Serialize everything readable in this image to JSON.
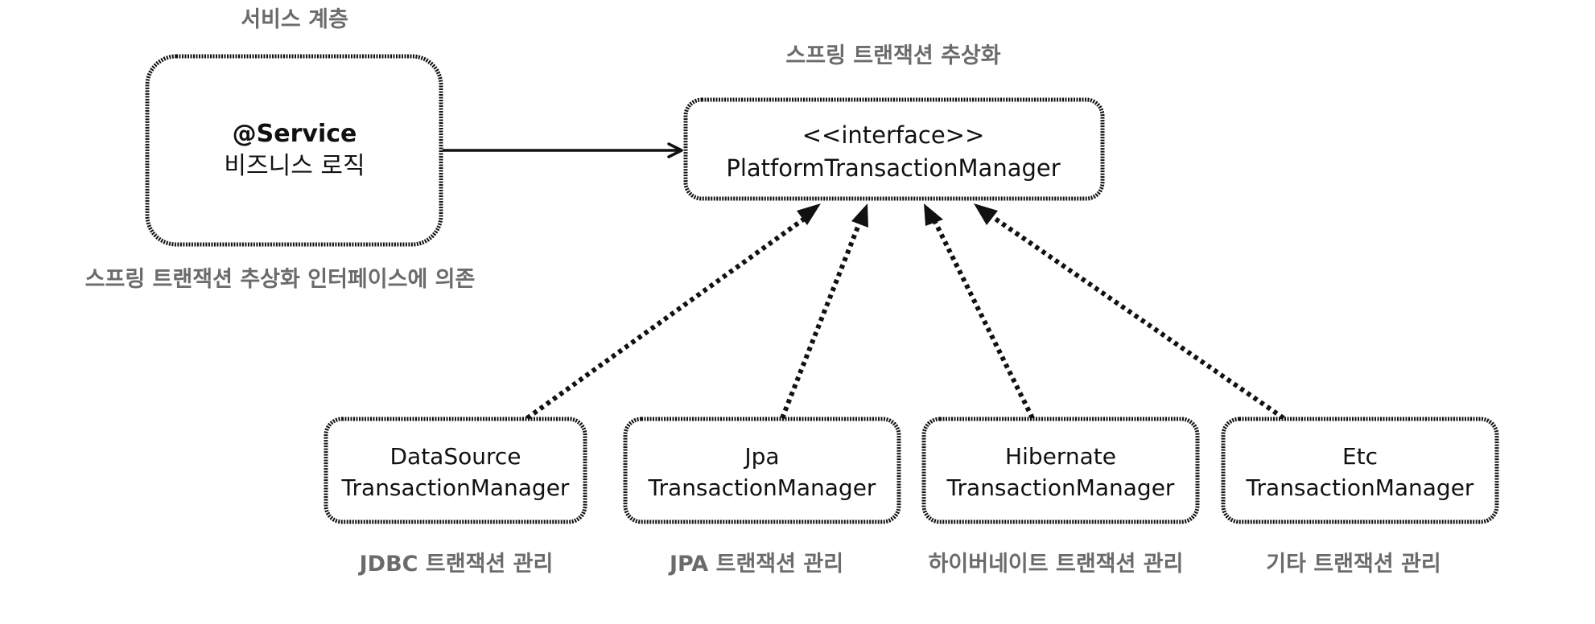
{
  "service_layer": {
    "heading": "서비스 계층",
    "box_line1": "@Service",
    "box_line2": "비즈니스 로직",
    "caption": "스프링 트랜잭션 추상화 인터페이스에 의존"
  },
  "abstraction": {
    "heading": "스프링 트랜잭션 추상화",
    "box_line1": "<<interface>>",
    "box_line2": "PlatformTransactionManager"
  },
  "implementations": [
    {
      "line1": "DataSource",
      "line2": "TransactionManager",
      "caption": "JDBC 트랜잭션 관리"
    },
    {
      "line1": "Jpa",
      "line2": "TransactionManager",
      "caption": "JPA 트랜잭션 관리"
    },
    {
      "line1": "Hibernate",
      "line2": "TransactionManager",
      "caption": "하이버네이트 트랜잭션 관리"
    },
    {
      "line1": "Etc",
      "line2": "TransactionManager",
      "caption": "기타 트랜잭션 관리"
    }
  ]
}
